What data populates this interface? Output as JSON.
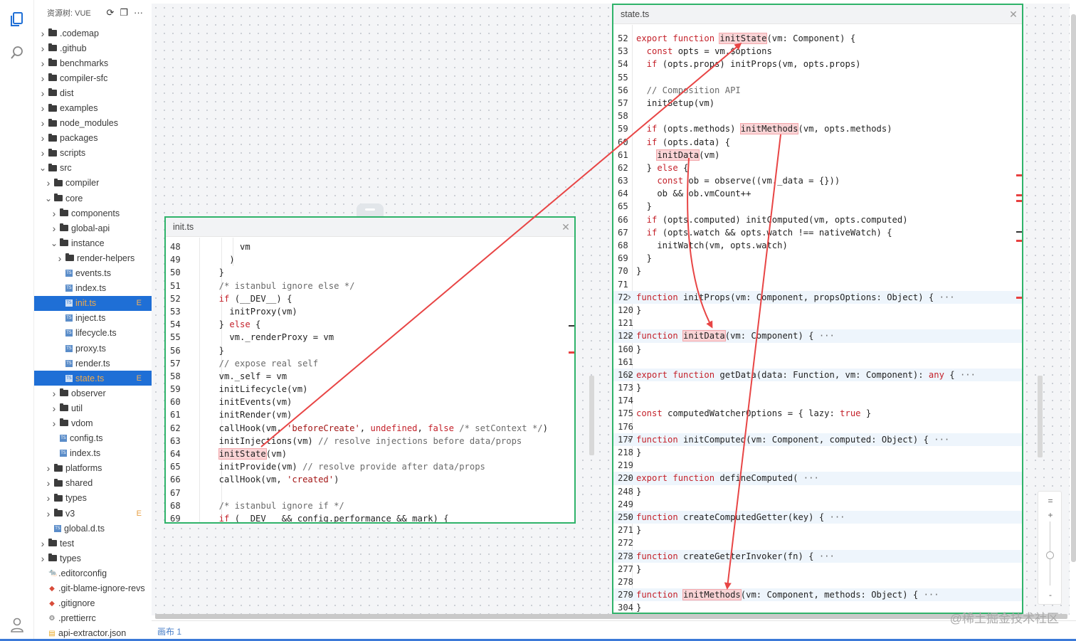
{
  "sidebar": {
    "title": "资源树: VUE",
    "items": [
      {
        "label": ".codemap",
        "kind": "folder",
        "depth": 0,
        "open": false
      },
      {
        "label": ".github",
        "kind": "folder",
        "depth": 0,
        "open": false
      },
      {
        "label": "benchmarks",
        "kind": "folder",
        "depth": 0,
        "open": false
      },
      {
        "label": "compiler-sfc",
        "kind": "folder",
        "depth": 0,
        "open": false
      },
      {
        "label": "dist",
        "kind": "folder",
        "depth": 0,
        "open": false
      },
      {
        "label": "examples",
        "kind": "folder",
        "depth": 0,
        "open": false
      },
      {
        "label": "node_modules",
        "kind": "folder",
        "depth": 0,
        "open": false
      },
      {
        "label": "packages",
        "kind": "folder",
        "depth": 0,
        "open": false
      },
      {
        "label": "scripts",
        "kind": "folder",
        "depth": 0,
        "open": false
      },
      {
        "label": "src",
        "kind": "folder",
        "depth": 0,
        "open": true
      },
      {
        "label": "compiler",
        "kind": "folder",
        "depth": 1,
        "open": false
      },
      {
        "label": "core",
        "kind": "folder",
        "depth": 1,
        "open": true
      },
      {
        "label": "components",
        "kind": "folder",
        "depth": 2,
        "open": false
      },
      {
        "label": "global-api",
        "kind": "folder",
        "depth": 2,
        "open": false
      },
      {
        "label": "instance",
        "kind": "folder",
        "depth": 2,
        "open": true
      },
      {
        "label": "render-helpers",
        "kind": "folder",
        "depth": 3,
        "open": false
      },
      {
        "label": "events.ts",
        "kind": "ts",
        "depth": 3
      },
      {
        "label": "index.ts",
        "kind": "ts",
        "depth": 3
      },
      {
        "label": "init.ts",
        "kind": "ts",
        "depth": 3,
        "selected": true,
        "badge": "E"
      },
      {
        "label": "inject.ts",
        "kind": "ts",
        "depth": 3
      },
      {
        "label": "lifecycle.ts",
        "kind": "ts",
        "depth": 3
      },
      {
        "label": "proxy.ts",
        "kind": "ts",
        "depth": 3
      },
      {
        "label": "render.ts",
        "kind": "ts",
        "depth": 3
      },
      {
        "label": "state.ts",
        "kind": "ts",
        "depth": 3,
        "selected": true,
        "badge": "E"
      },
      {
        "label": "observer",
        "kind": "folder",
        "depth": 2,
        "open": false
      },
      {
        "label": "util",
        "kind": "folder",
        "depth": 2,
        "open": false
      },
      {
        "label": "vdom",
        "kind": "folder",
        "depth": 2,
        "open": false
      },
      {
        "label": "config.ts",
        "kind": "ts",
        "depth": 2
      },
      {
        "label": "index.ts",
        "kind": "ts",
        "depth": 2
      },
      {
        "label": "platforms",
        "kind": "folder",
        "depth": 1,
        "open": false
      },
      {
        "label": "shared",
        "kind": "folder",
        "depth": 1,
        "open": false
      },
      {
        "label": "types",
        "kind": "folder",
        "depth": 1,
        "open": false
      },
      {
        "label": "v3",
        "kind": "folder",
        "depth": 1,
        "open": false,
        "badge": "E"
      },
      {
        "label": "global.d.ts",
        "kind": "ts",
        "depth": 1
      },
      {
        "label": "test",
        "kind": "folder",
        "depth": 0,
        "open": false
      },
      {
        "label": "types",
        "kind": "folder",
        "depth": 0,
        "open": false
      },
      {
        "label": ".editorconfig",
        "kind": "cfg",
        "depth": 0
      },
      {
        "label": ".git-blame-ignore-revs",
        "kind": "git",
        "depth": 0
      },
      {
        "label": ".gitignore",
        "kind": "git",
        "depth": 0
      },
      {
        "label": ".prettierrc",
        "kind": "gear",
        "depth": 0
      },
      {
        "label": "api-extractor.json",
        "kind": "json",
        "depth": 0
      }
    ]
  },
  "init_panel": {
    "title": "init.ts",
    "lines": [
      {
        "n": "48",
        "t": [
          [
            "",
            "      vm"
          ]
        ]
      },
      {
        "n": "49",
        "t": [
          [
            "",
            "    )"
          ]
        ]
      },
      {
        "n": "50",
        "t": [
          [
            "",
            "  }"
          ]
        ]
      },
      {
        "n": "51",
        "t": [
          [
            "cm",
            "  /* istanbul ignore else */"
          ]
        ]
      },
      {
        "n": "52",
        "t": [
          [
            "kw",
            "  if"
          ],
          [
            "",
            " (__DEV__) {"
          ]
        ]
      },
      {
        "n": "53",
        "t": [
          [
            "",
            "    initProxy(vm)"
          ]
        ]
      },
      {
        "n": "54",
        "t": [
          [
            "",
            "  } "
          ],
          [
            "kw",
            "else"
          ],
          [
            "",
            " {"
          ]
        ]
      },
      {
        "n": "55",
        "t": [
          [
            "",
            "    vm._renderProxy = vm"
          ]
        ]
      },
      {
        "n": "56",
        "t": [
          [
            "",
            "  }"
          ]
        ]
      },
      {
        "n": "57",
        "t": [
          [
            "cm",
            "  // expose real self"
          ]
        ]
      },
      {
        "n": "58",
        "t": [
          [
            "",
            "  vm._self = vm"
          ]
        ]
      },
      {
        "n": "59",
        "t": [
          [
            "",
            "  initLifecycle(vm)"
          ]
        ]
      },
      {
        "n": "60",
        "t": [
          [
            "",
            "  initEvents(vm)"
          ]
        ]
      },
      {
        "n": "61",
        "t": [
          [
            "",
            "  initRender(vm)"
          ]
        ]
      },
      {
        "n": "62",
        "t": [
          [
            "",
            "  callHook(vm, "
          ],
          [
            "str",
            "'beforeCreate'"
          ],
          [
            "",
            ", "
          ],
          [
            "kw",
            "undefined"
          ],
          [
            "",
            ", "
          ],
          [
            "kw",
            "false"
          ],
          [
            "cm",
            " /* setContext */"
          ],
          [
            "",
            ")"
          ]
        ]
      },
      {
        "n": "63",
        "t": [
          [
            "",
            "  initInjections(vm) "
          ],
          [
            "cm",
            "// resolve injections before data/props"
          ]
        ]
      },
      {
        "n": "64",
        "t": [
          [
            "",
            "  "
          ],
          [
            "hl",
            "initState"
          ],
          [
            "",
            "(vm)"
          ]
        ]
      },
      {
        "n": "65",
        "t": [
          [
            "",
            "  initProvide(vm) "
          ],
          [
            "cm",
            "// resolve provide after data/props"
          ]
        ]
      },
      {
        "n": "66",
        "t": [
          [
            "",
            "  callHook(vm, "
          ],
          [
            "str",
            "'created'"
          ],
          [
            "",
            ")"
          ]
        ]
      },
      {
        "n": "67",
        "t": [
          [
            "",
            ""
          ]
        ]
      },
      {
        "n": "68",
        "t": [
          [
            "cm",
            "  /* istanbul ignore if */"
          ]
        ]
      },
      {
        "n": "69",
        "t": [
          [
            "kw",
            "  if"
          ],
          [
            "",
            " (__DEV__ && config.performance && mark) {"
          ]
        ]
      }
    ]
  },
  "state_panel": {
    "title": "state.ts",
    "lines": [
      {
        "n": "52",
        "t": [
          [
            "kw",
            "export function "
          ],
          [
            "hl",
            "initState"
          ],
          [
            "",
            "(vm: Component) {"
          ]
        ]
      },
      {
        "n": "53",
        "t": [
          [
            "kw",
            "  const"
          ],
          [
            "",
            " opts = vm.$options"
          ]
        ]
      },
      {
        "n": "54",
        "t": [
          [
            "kw",
            "  if"
          ],
          [
            "",
            " (opts.props) initProps(vm, opts.props)"
          ]
        ]
      },
      {
        "n": "55",
        "t": [
          [
            "",
            ""
          ]
        ]
      },
      {
        "n": "56",
        "t": [
          [
            "cm",
            "  // Composition API"
          ]
        ]
      },
      {
        "n": "57",
        "t": [
          [
            "",
            "  initSetup(vm)"
          ]
        ]
      },
      {
        "n": "58",
        "t": [
          [
            "",
            ""
          ]
        ]
      },
      {
        "n": "59",
        "t": [
          [
            "kw",
            "  if"
          ],
          [
            "",
            " (opts.methods) "
          ],
          [
            "hl",
            "initMethods"
          ],
          [
            "",
            "(vm, opts.methods)"
          ]
        ]
      },
      {
        "n": "60",
        "t": [
          [
            "kw",
            "  if"
          ],
          [
            "",
            " (opts.data) {"
          ]
        ]
      },
      {
        "n": "61",
        "t": [
          [
            "",
            "    "
          ],
          [
            "hl",
            "initData"
          ],
          [
            "",
            "(vm)"
          ]
        ]
      },
      {
        "n": "62",
        "t": [
          [
            "",
            "  } "
          ],
          [
            "kw",
            "else"
          ],
          [
            "",
            " {"
          ]
        ]
      },
      {
        "n": "63",
        "t": [
          [
            "kw",
            "    const"
          ],
          [
            "",
            " ob = observe((vm._data = {}))"
          ]
        ]
      },
      {
        "n": "64",
        "t": [
          [
            "",
            "    ob && ob.vmCount++"
          ]
        ]
      },
      {
        "n": "65",
        "t": [
          [
            "",
            "  }"
          ]
        ]
      },
      {
        "n": "66",
        "t": [
          [
            "kw",
            "  if"
          ],
          [
            "",
            " (opts.computed) initComputed(vm, opts.computed)"
          ]
        ]
      },
      {
        "n": "67",
        "t": [
          [
            "kw",
            "  if"
          ],
          [
            "",
            " (opts.watch && opts.watch !== nativeWatch) {"
          ]
        ]
      },
      {
        "n": "68",
        "t": [
          [
            "",
            "    initWatch(vm, opts.watch)"
          ]
        ]
      },
      {
        "n": "69",
        "t": [
          [
            "",
            "  }"
          ]
        ]
      },
      {
        "n": "70",
        "t": [
          [
            "",
            "}"
          ]
        ]
      },
      {
        "n": "71",
        "t": [
          [
            "",
            ""
          ]
        ]
      },
      {
        "n": "72",
        "fold": true,
        "t": [
          [
            "kw",
            "function "
          ],
          [
            "",
            "initProps(vm: Component, propsOptions: Object) {"
          ],
          [
            "cm",
            " ···"
          ]
        ]
      },
      {
        "n": "120",
        "t": [
          [
            "",
            "}"
          ]
        ]
      },
      {
        "n": "121",
        "t": [
          [
            "",
            ""
          ]
        ]
      },
      {
        "n": "122",
        "fold": true,
        "t": [
          [
            "kw",
            "function "
          ],
          [
            "hl",
            "initData"
          ],
          [
            "",
            "(vm: Component) {"
          ],
          [
            "cm",
            " ···"
          ]
        ]
      },
      {
        "n": "160",
        "t": [
          [
            "",
            "}"
          ]
        ]
      },
      {
        "n": "161",
        "t": [
          [
            "",
            ""
          ]
        ]
      },
      {
        "n": "162",
        "fold": true,
        "t": [
          [
            "kw",
            "export function "
          ],
          [
            "",
            "getData(data: Function, vm: Component): "
          ],
          [
            "kw",
            "any"
          ],
          [
            "",
            " {"
          ],
          [
            "cm",
            " ···"
          ]
        ]
      },
      {
        "n": "173",
        "t": [
          [
            "",
            "}"
          ]
        ]
      },
      {
        "n": "174",
        "t": [
          [
            "",
            ""
          ]
        ]
      },
      {
        "n": "175",
        "t": [
          [
            "kw",
            "const"
          ],
          [
            "",
            " computedWatcherOptions = { lazy: "
          ],
          [
            "kw",
            "true"
          ],
          [
            "",
            " }"
          ]
        ]
      },
      {
        "n": "176",
        "t": [
          [
            "",
            ""
          ]
        ]
      },
      {
        "n": "177",
        "fold": true,
        "t": [
          [
            "kw",
            "function "
          ],
          [
            "",
            "initComputed(vm: Component, computed: Object) {"
          ],
          [
            "cm",
            " ···"
          ]
        ]
      },
      {
        "n": "218",
        "t": [
          [
            "",
            "}"
          ]
        ]
      },
      {
        "n": "219",
        "t": [
          [
            "",
            ""
          ]
        ]
      },
      {
        "n": "220",
        "fold": true,
        "t": [
          [
            "kw",
            "export function "
          ],
          [
            "",
            "defineComputed("
          ],
          [
            "cm",
            " ···"
          ]
        ]
      },
      {
        "n": "248",
        "t": [
          [
            "",
            "}"
          ]
        ]
      },
      {
        "n": "249",
        "t": [
          [
            "",
            ""
          ]
        ]
      },
      {
        "n": "250",
        "fold": true,
        "t": [
          [
            "kw",
            "function "
          ],
          [
            "",
            "createComputedGetter(key) {"
          ],
          [
            "cm",
            " ···"
          ]
        ]
      },
      {
        "n": "271",
        "t": [
          [
            "",
            "}"
          ]
        ]
      },
      {
        "n": "272",
        "t": [
          [
            "",
            ""
          ]
        ]
      },
      {
        "n": "273",
        "fold": true,
        "t": [
          [
            "kw",
            "function "
          ],
          [
            "",
            "createGetterInvoker(fn) {"
          ],
          [
            "cm",
            " ···"
          ]
        ]
      },
      {
        "n": "277",
        "t": [
          [
            "",
            "}"
          ]
        ]
      },
      {
        "n": "278",
        "t": [
          [
            "",
            ""
          ]
        ]
      },
      {
        "n": "279",
        "fold": true,
        "t": [
          [
            "kw",
            "function "
          ],
          [
            "hl",
            "initMethods"
          ],
          [
            "",
            "(vm: Component, methods: Object) {"
          ],
          [
            "cm",
            " ···"
          ]
        ]
      },
      {
        "n": "304",
        "t": [
          [
            "",
            "}"
          ]
        ]
      }
    ]
  },
  "bottom": {
    "tab_label": "画布 1"
  },
  "zoom": {
    "fit_label": "=",
    "plus_label": "+",
    "minus_label": "-"
  },
  "watermark": "@稀土掘金技术社区",
  "icons": [
    "files-icon",
    "search-icon",
    "account-icon",
    "refresh-icon",
    "collapse-icon",
    "more-icon",
    "close-icon"
  ],
  "colors": {
    "panel_border": "#2fb36a",
    "arrow": "#e84545",
    "selection": "#1f6fd6",
    "keyword": "#c4212a",
    "highlight": "#fad4d6"
  }
}
